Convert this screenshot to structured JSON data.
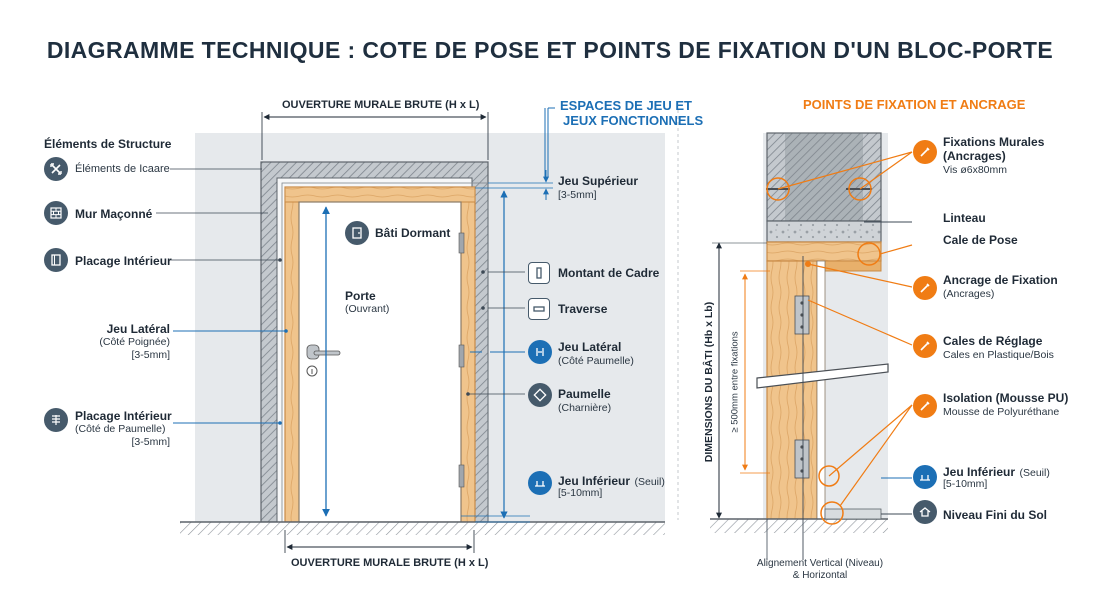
{
  "title": "DIAGRAMME TECHNIQUE : COTE DE POSE ET POINTS DE FIXATION D'UN BLOC-PORTE",
  "top_dimension": "OUVERTURE MURALE BRUTE (H x L)",
  "bottom_dimension": "OUVERTURE MURALE BRUTE (H x L)",
  "structure": {
    "heading": "Éléments de Structure",
    "items": [
      {
        "label": "Éléments de Icaare",
        "icon": "cross-arrows-icon"
      },
      {
        "label": "Mur Maçonné",
        "icon": "brick-icon"
      },
      {
        "label": "Placage Intérieur",
        "icon": "panel-icon"
      }
    ]
  },
  "left_labels": {
    "jeu_lateral": {
      "title": "Jeu Latéral",
      "sub1": "(Côté Poignée)",
      "sub2": "[3-5mm]"
    },
    "placage": {
      "title": "Placage Intérieur",
      "sub1": "(Côté de Paumelle)",
      "sub2": "[3-5mm]"
    }
  },
  "door": {
    "bati_dormant": "Bâti Dormant",
    "porte": "Porte",
    "ouvrant": "(Ouvrant)"
  },
  "spaces": {
    "heading_line1": "ESPACES DE JEU ET",
    "heading_line2": "JEUX FONCTIONNELS",
    "jeu_superieur": {
      "title": "Jeu Supérieur",
      "sub": "[3-5mm]"
    },
    "montant": {
      "title": "Montant de Cadre"
    },
    "traverse": {
      "title": "Traverse"
    },
    "jeu_lateral": {
      "title": "Jeu Latéral",
      "sub": "(Côté Paumelle)"
    },
    "paumelle": {
      "title": "Paumelle",
      "sub": "(Charnière)"
    },
    "jeu_inferieur": {
      "title": "Jeu Inférieur",
      "title_extra": "(Seuil)",
      "sub": "[5-10mm]"
    }
  },
  "fixation": {
    "heading": "POINTS DE FIXATION ET ANCRAGE",
    "murales": {
      "title1": "Fixations Murales",
      "title2": "(Ancrages)",
      "sub": "Vis ø6x80mm"
    },
    "linteau": "Linteau",
    "cale_pose": "Cale de Pose",
    "ancrage": {
      "title": "Ancrage de Fixation",
      "sub": "(Ancrages)"
    },
    "cales_reglage": {
      "title": "Cales de Réglage",
      "sub": "Cales en Plastique/Bois"
    },
    "isolation": {
      "title": "Isolation (Mousse PU)",
      "sub": "Mousse de Polyuréthane"
    },
    "jeu_inferieur": {
      "title": "Jeu Inférieur",
      "title_extra": "(Seuil)",
      "sub": "[5-10mm]"
    },
    "niveau": "Niveau Fini du Sol",
    "dimensions_vertical": "DIMENSIONS DU BÂTI (Hb x Lb)",
    "spacing": "≥ 500mm entre fixations",
    "alignement_line1": "Alignement Vertical (Niveau)",
    "alignement_line2": "& Horizontal"
  },
  "colors": {
    "wall": "#e6e9ec",
    "hatch": "#8a9098",
    "wood": "#f0c48c",
    "wood_edge": "#c98a45",
    "door": "#ffffff",
    "blue": "#1c6fb5",
    "orange": "#f07c14",
    "icon": "#465a6b"
  }
}
